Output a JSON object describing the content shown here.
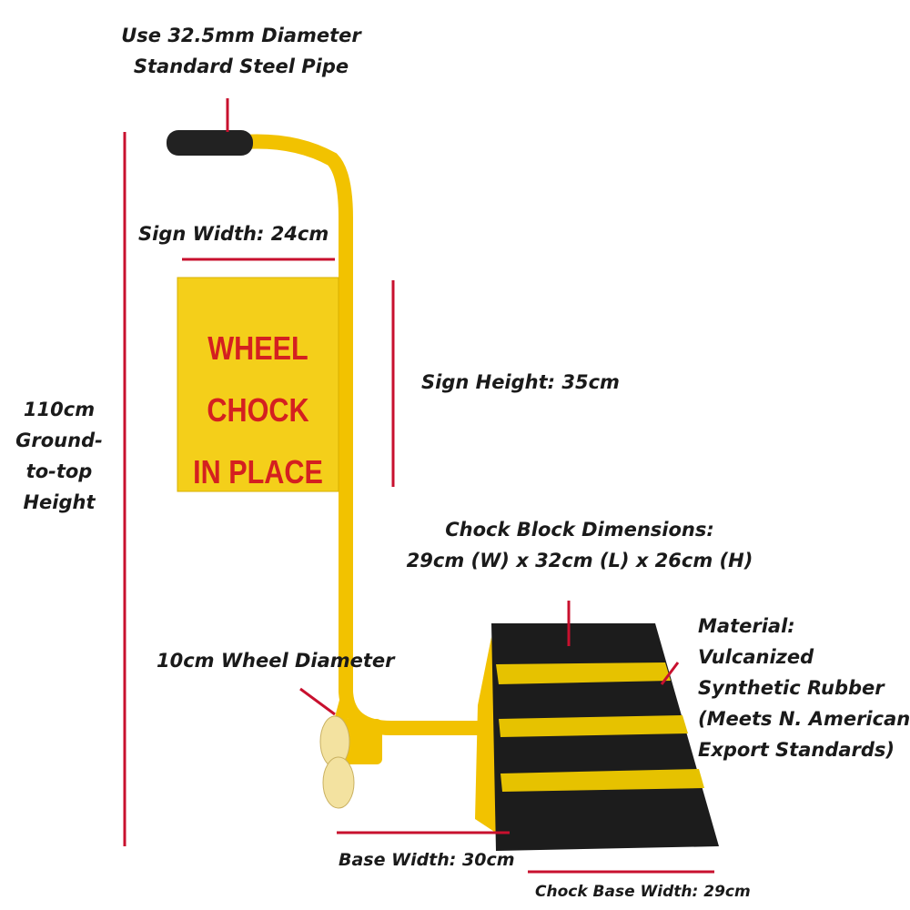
{
  "annotations": {
    "pipe": [
      "Use 32.5mm Diameter",
      "Standard Steel Pipe"
    ],
    "sign_width": "Sign Width: 24cm",
    "sign_height": "Sign Height: 35cm",
    "height": [
      "110cm",
      "Ground-",
      "to-top",
      "Height"
    ],
    "chock_block": [
      "Chock Block Dimensions:",
      "29cm (W) x 32cm (L) x 26cm (H)"
    ],
    "material": [
      "Material:",
      "Vulcanized",
      "Synthetic Rubber",
      "(Meets N. American",
      "Export Standards)"
    ],
    "wheel": "10cm Wheel Diameter",
    "base_width": "Base Width: 30cm",
    "chock_base_width": "Chock Base Width: 29cm"
  },
  "sign": {
    "lines": [
      "WHEEL",
      "CHOCK",
      "IN PLACE"
    ]
  },
  "colors": {
    "yellow": "#f5c400",
    "red": "#c8102e",
    "sign_text": "#d42020",
    "rubber": "#1c1c1c"
  }
}
